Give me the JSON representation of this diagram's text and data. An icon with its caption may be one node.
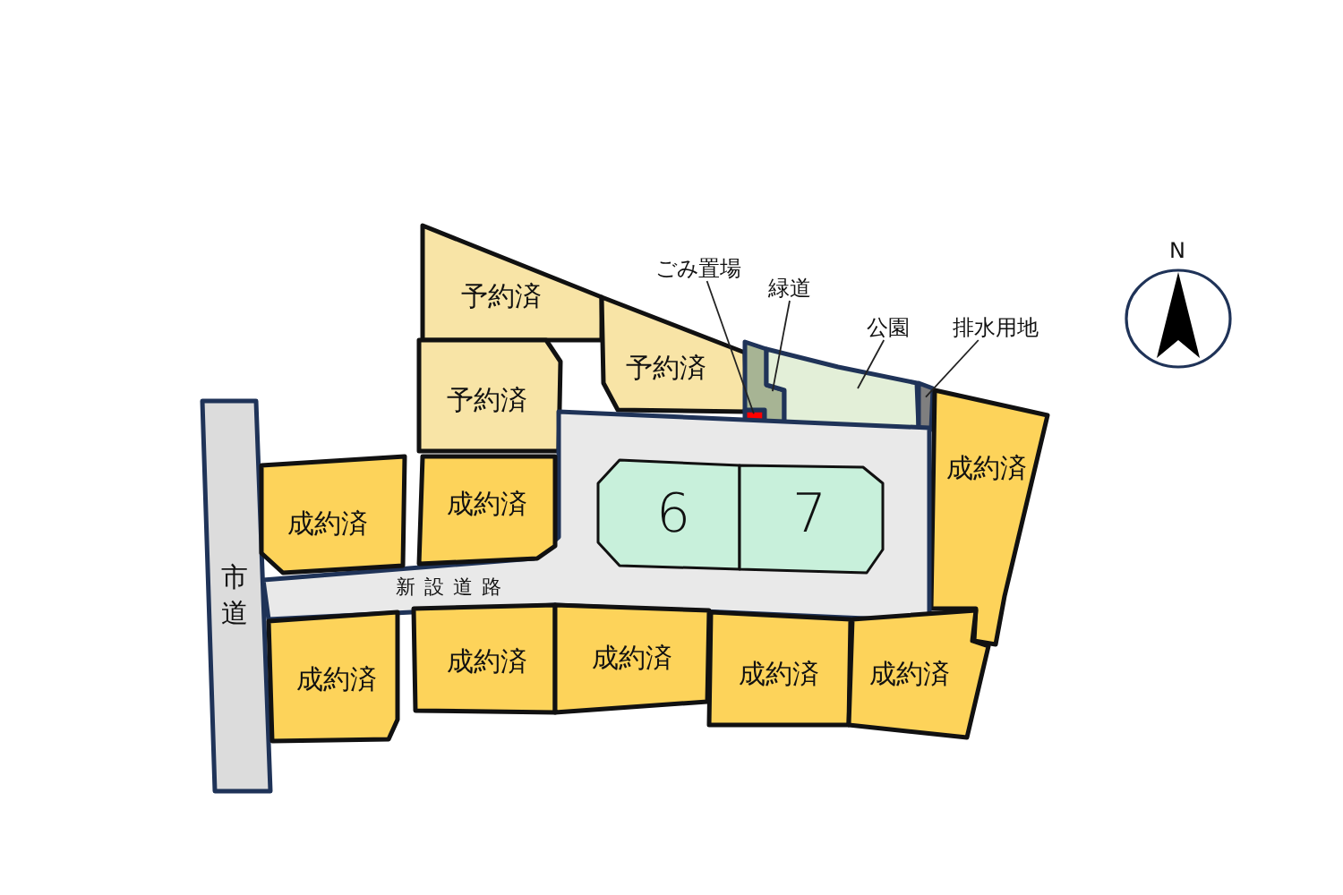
{
  "diagram": {
    "nodes": [
      {
        "text": [
          "予約済"
        ]
      },
      {
        "text": [
          "予約済"
        ]
      },
      {
        "text": [
          "ごみ置場"
        ]
      },
      {
        "text": [
          "緑道"
        ]
      },
      {
        "text": [
          "公園"
        ]
      },
      {
        "text": [
          "排水用地"
        ]
      },
      {
        "text": [
          "予約済"
        ]
      },
      {
        "text": [],
        "shape": "box"
      },
      {
        "text": [],
        "shape": "box"
      },
      {
        "text": [],
        "shape": "box"
      },
      {
        "text": [],
        "shape": "box"
      },
      {
        "text": [
          "成約済"
        ]
      },
      {
        "text": [
          "市道"
        ]
      },
      {
        "text": [
          "新設道路"
        ]
      },
      {
        "text": [
          "成約済"
        ]
      },
      {
        "text": [
          "成約済"
        ]
      },
      {
        "text": [
          "6"
        ],
        "in": 13
      },
      {
        "text": [
          "7"
        ],
        "in": 13
      },
      {
        "text": [
          "成約済"
        ]
      },
      {
        "text": [
          "成約済"
        ]
      },
      {
        "text": [
          "成約済"
        ]
      },
      {
        "text": [
          "成約済"
        ]
      },
      {
        "text": [
          "成約済"
        ]
      }
    ],
    "edges": [
      {
        "from": 2,
        "to": 7,
        "arrow": "none"
      },
      {
        "from": 3,
        "to": 8,
        "arrow": "none"
      },
      {
        "from": 4,
        "to": 9,
        "arrow": "none"
      },
      {
        "from": 5,
        "to": 10,
        "arrow": "none"
      }
    ],
    "labels": [
      "N"
    ]
  }
}
